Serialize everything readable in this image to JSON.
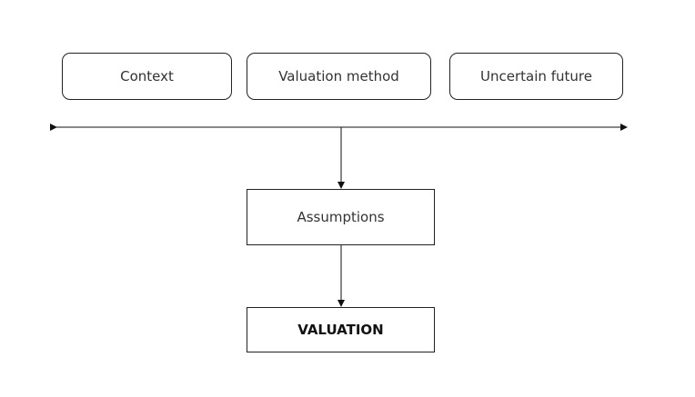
{
  "top_boxes": [
    {
      "label": "Context"
    },
    {
      "label": "Valuation method"
    },
    {
      "label": "Uncertain future"
    }
  ],
  "assumptions": {
    "label": "Assumptions"
  },
  "valuation": {
    "label": "VALUATION"
  }
}
